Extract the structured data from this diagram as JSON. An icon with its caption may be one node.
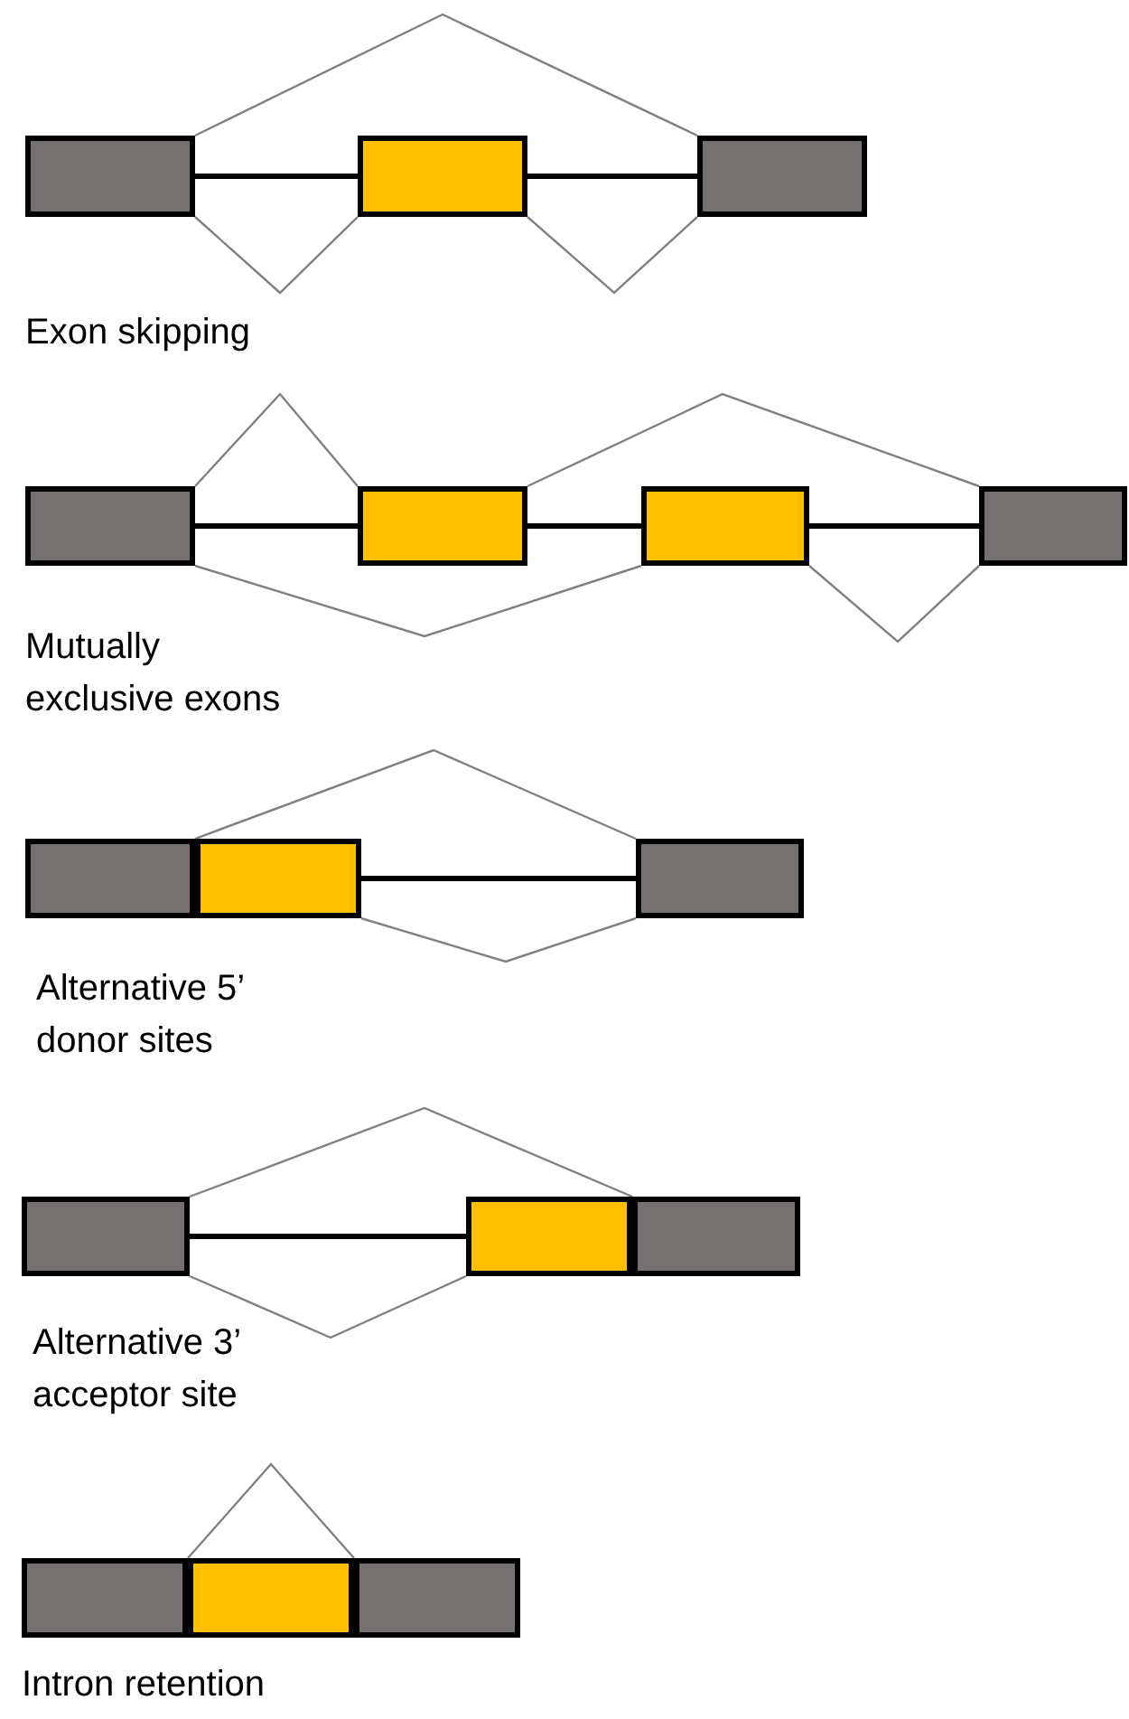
{
  "diagram": {
    "nodes": [
      {
        "text": [],
        "shape": "box"
      },
      {
        "text": [],
        "shape": "box"
      },
      {
        "text": [],
        "shape": "box"
      },
      {
        "text": [],
        "shape": "box"
      },
      {
        "text": [],
        "shape": "box"
      },
      {
        "text": [],
        "shape": "box"
      },
      {
        "text": [],
        "shape": "box"
      },
      {
        "text": [],
        "shape": "box"
      },
      {
        "text": [],
        "shape": "box"
      },
      {
        "text": [],
        "shape": "box"
      },
      {
        "text": [],
        "shape": "box"
      },
      {
        "text": [],
        "shape": "box"
      },
      {
        "text": [],
        "shape": "box"
      },
      {
        "text": [],
        "shape": "box"
      },
      {
        "text": [],
        "shape": "box"
      },
      {
        "text": [],
        "shape": "box"
      }
    ],
    "edges": [
      {
        "from": 0,
        "to": 1,
        "arrow": "none",
        "style": "thick",
        "color": "#000000"
      },
      {
        "from": 1,
        "to": 2,
        "arrow": "none",
        "style": "thick",
        "color": "#000000"
      },
      {
        "from": 0,
        "to": 2,
        "arrow": "none"
      },
      {
        "from": 0,
        "to": 1,
        "arrow": "none"
      },
      {
        "from": 1,
        "to": 2,
        "arrow": "none"
      },
      {
        "from": 3,
        "to": 4,
        "arrow": "none",
        "style": "thick",
        "color": "#000000"
      },
      {
        "from": 4,
        "to": 5,
        "arrow": "none",
        "style": "thick",
        "color": "#000000"
      },
      {
        "from": 5,
        "to": 6,
        "arrow": "none",
        "style": "thick",
        "color": "#000000"
      },
      {
        "from": 3,
        "to": 4,
        "arrow": "none"
      },
      {
        "from": 4,
        "to": 6,
        "arrow": "none"
      },
      {
        "from": 3,
        "to": 5,
        "arrow": "none"
      },
      {
        "from": 5,
        "to": 6,
        "arrow": "none"
      },
      {
        "from": 8,
        "to": 9,
        "arrow": "none",
        "style": "thick",
        "color": "#000000"
      },
      {
        "from": 7,
        "to": 9,
        "arrow": "none"
      },
      {
        "from": 8,
        "to": 9,
        "arrow": "none"
      },
      {
        "from": 10,
        "to": 11,
        "arrow": "none",
        "style": "thick",
        "color": "#000000"
      },
      {
        "from": 10,
        "to": 12,
        "arrow": "none"
      },
      {
        "from": 10,
        "to": 11,
        "arrow": "none"
      },
      {
        "from": 13,
        "to": 15,
        "arrow": "none"
      }
    ],
    "labels": [
      "Exon skipping",
      "Mutually exclusive exons",
      "Alternative 5’ donor sites",
      "Alternative 3’ acceptor site",
      "Intron retention"
    ]
  }
}
